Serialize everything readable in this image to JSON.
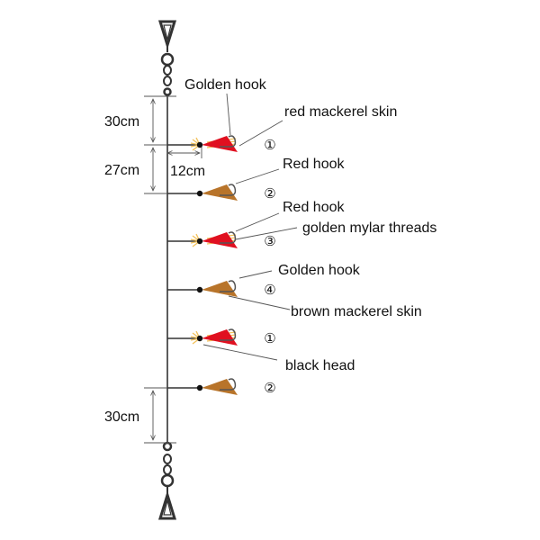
{
  "colors": {
    "red_skin": "#e01020",
    "brown_skin": "#b8742a",
    "mylar": "#f2c15a",
    "line": "#333333",
    "hook": "#555555"
  },
  "dimensions": {
    "top": "30cm",
    "spacing": "27cm",
    "branch": "12cm",
    "bottom": "30cm"
  },
  "labels": {
    "golden_hook_1": "Golden hook",
    "red_mackerel_skin": "red mackerel skin",
    "red_hook_1": "Red hook",
    "red_hook_2": "Red hook",
    "golden_mylar_threads": "golden mylar threads",
    "golden_hook_2": "Golden hook",
    "brown_mackerel_skin": "brown mackerel skin",
    "black_head": "black head"
  },
  "lures": [
    {
      "number": "①",
      "skin": "red",
      "mylar": true
    },
    {
      "number": "②",
      "skin": "brown",
      "mylar": false
    },
    {
      "number": "③",
      "skin": "red",
      "mylar": true
    },
    {
      "number": "④",
      "skin": "brown",
      "mylar": false
    },
    {
      "number": "①",
      "skin": "red",
      "mylar": true
    },
    {
      "number": "②",
      "skin": "brown",
      "mylar": false
    }
  ]
}
